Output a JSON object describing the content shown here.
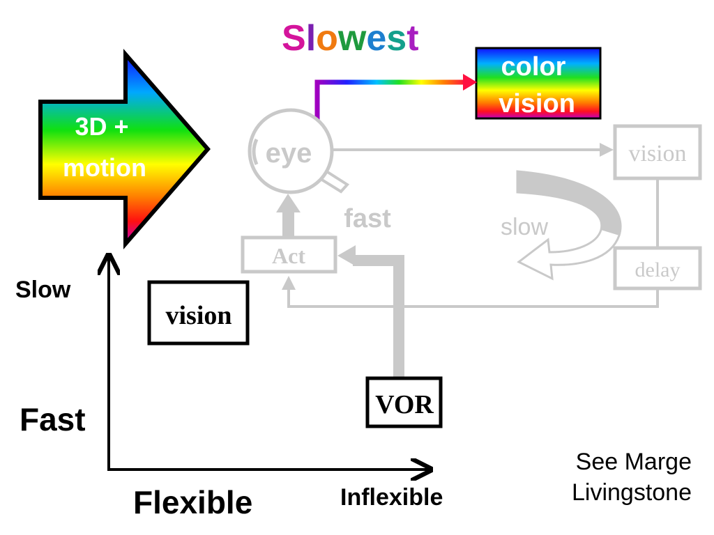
{
  "title": {
    "letters": [
      {
        "ch": "S",
        "color": "#d4149c"
      },
      {
        "ch": "l",
        "color": "#7a1fb0"
      },
      {
        "ch": "o",
        "color": "#f07a10"
      },
      {
        "ch": "w",
        "color": "#1f9a3e"
      },
      {
        "ch": "e",
        "color": "#1d7fcf"
      },
      {
        "ch": "s",
        "color": "#14a08c"
      },
      {
        "ch": "t",
        "color": "#a81ec0"
      }
    ]
  },
  "big_arrow": {
    "line1": "3D +",
    "line2": "motion"
  },
  "color_vision": {
    "line1": "color",
    "line2": "vision"
  },
  "eye_label": "eye",
  "vision_right": "vision",
  "fast_label": "fast",
  "slow_label": "slow",
  "act_label": "Act",
  "delay_label": "delay",
  "vision_box": "vision",
  "vor_label": "VOR",
  "axis": {
    "y_top": "Slow",
    "y_bottom": "Fast",
    "x_left": "Flexible",
    "x_right": "Inflexible"
  },
  "credit": {
    "line1": "See Marge",
    "line2": "Livingstone"
  },
  "colors": {
    "faded_gray": "#c9c9c9",
    "black": "#000000",
    "rainbow": [
      "#0000ff",
      "#00bfff",
      "#00ff00",
      "#ffff00",
      "#ff7f00",
      "#ff0000",
      "#c000c0"
    ]
  }
}
